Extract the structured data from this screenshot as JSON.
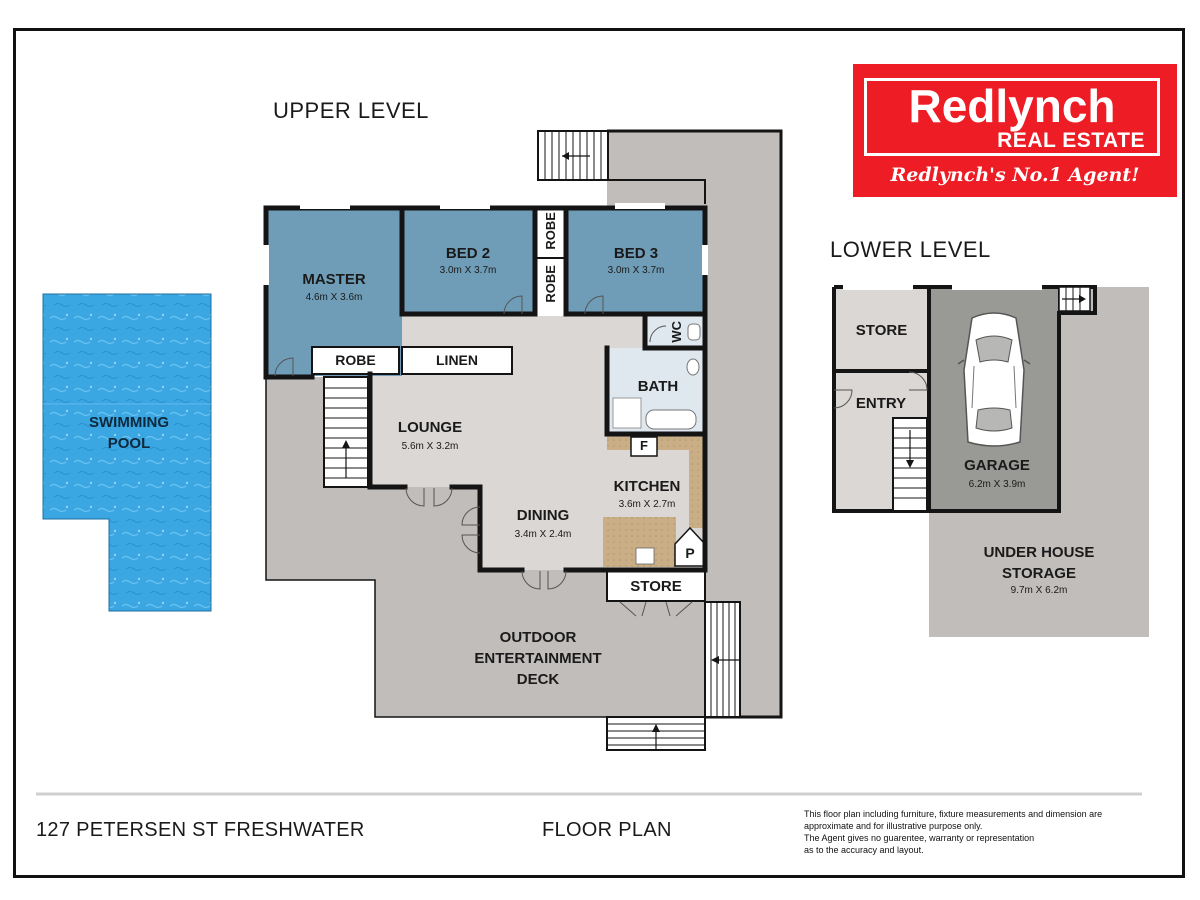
{
  "headings": {
    "upper_level": "UPPER LEVEL",
    "lower_level": "LOWER LEVEL"
  },
  "logo": {
    "name": "Redlynch",
    "sub": "REAL ESTATE",
    "tagline": "Redlynch's No.1 Agent!",
    "brand_color": "#ee1c24"
  },
  "rooms": {
    "master": {
      "name": "MASTER",
      "dim": "4.6m X 3.6m"
    },
    "bed2": {
      "name": "BED 2",
      "dim": "3.0m X 3.7m"
    },
    "bed3": {
      "name": "BED 3",
      "dim": "3.0m X 3.7m"
    },
    "robe_a": "ROBE",
    "robe_b": "ROBE",
    "robe_c": "ROBE",
    "linen": "LINEN",
    "wc": "WC",
    "bath": "BATH",
    "f": "F",
    "p": "P",
    "lounge": {
      "name": "LOUNGE",
      "dim": "5.6m X 3.2m"
    },
    "kitchen": {
      "name": "KITCHEN",
      "dim": "3.6m X 2.7m"
    },
    "dining": {
      "name": "DINING",
      "dim": "3.4m X 2.4m"
    },
    "store_upper": "STORE",
    "deck": {
      "line1": "OUTDOOR",
      "line2": "ENTERTAINMENT",
      "line3": "DECK"
    },
    "pool": {
      "line1": "SWIMMING",
      "line2": "POOL"
    },
    "store_lower": "STORE",
    "entry": "ENTRY",
    "garage": {
      "name": "GARAGE",
      "dim": "6.2m X 3.9m"
    },
    "under_house": {
      "line1": "UNDER HOUSE",
      "line2": "STORAGE",
      "dim": "9.7m X 6.2m"
    }
  },
  "footer": {
    "address": "127 PETERSEN ST FRESHWATER",
    "title": "FLOOR PLAN",
    "disclaimer": [
      "This floor plan including furniture, fixture measurements and dimension are",
      "approximate and for illustrative purpose only.",
      "The Agent gives no guarentee, warranty or representation",
      "as to the accuracy and layout."
    ]
  },
  "colors": {
    "bedroom": "#6f9db7",
    "interior": "#dad7d4",
    "deck": "#c1bdbb",
    "garage": "#999996",
    "pool": "#3aa6e2",
    "wall": "#141414",
    "kitchen_bench": "#c9ae86"
  }
}
